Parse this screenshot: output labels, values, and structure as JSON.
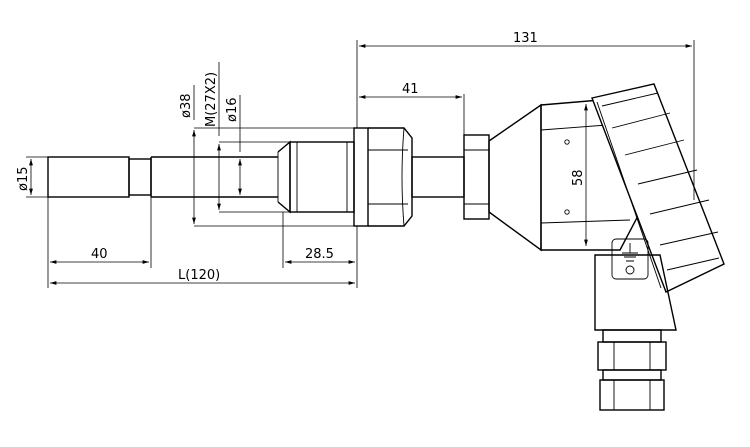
{
  "dimensions": {
    "overall": "131",
    "head_offset": "41",
    "head_height": "58",
    "dia_38": "ø38",
    "thread": "M(27X2)",
    "dia_16": "ø16",
    "dia_15": "ø15",
    "filter_length": "40",
    "fitting_length": "28.5",
    "probe_length": "L(120)"
  },
  "symbols": {
    "ground": "ground-symbol"
  }
}
